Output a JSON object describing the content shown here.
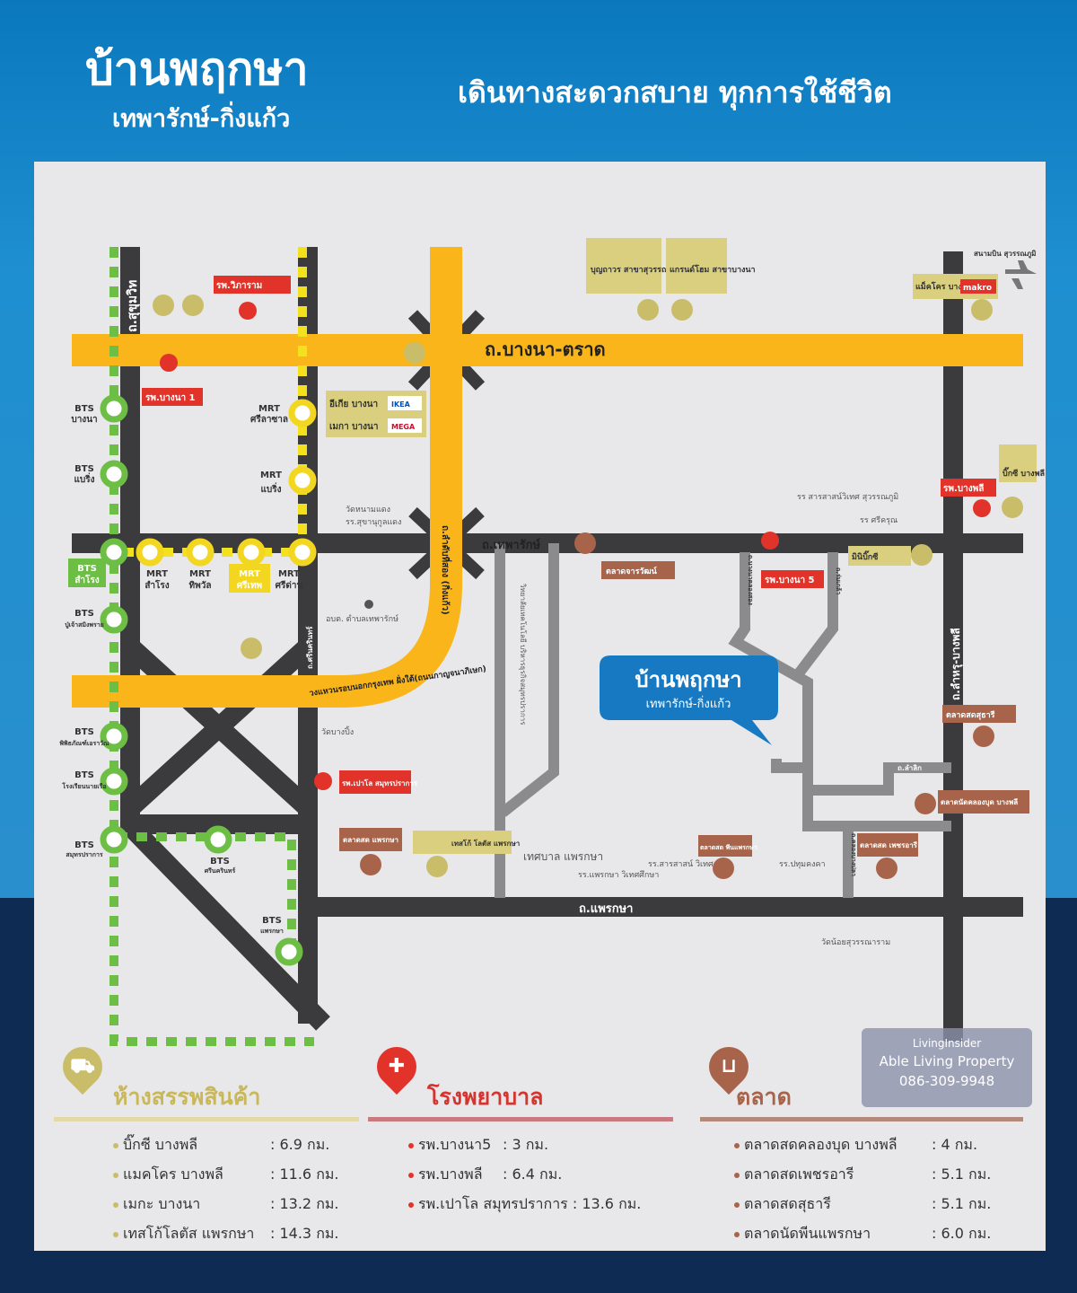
{
  "header": {
    "title": "บ้านพฤกษา",
    "subtitle": "เทพารักษ์-กิ่งแก้ว",
    "slogan": "เดินทางสะดวกสบาย ทุกการใช้ชีวิต"
  },
  "colors": {
    "main_road": "#f9b51a",
    "road": "#3b3b3d",
    "minor_road": "#8b8b8d",
    "bts": "#6cbf44",
    "mrt": "#f3e11f",
    "hospital": "#e2332b",
    "mall": "#c9bd6a",
    "market": "#a8644a",
    "brand_blue": "#1779c2"
  },
  "roads": {
    "sukhumvit": "ถ.สุขุมวิท",
    "bangna_trad": "ถ.บางนา-ตราด",
    "theparak": "ถ.เทพารักษ์",
    "praeksa": "ถ.แพรกษา",
    "king_kaew": "ถ.ลำดับที่สอง (กิ่งแก้ว)",
    "ring": "วงแหวนรอบนอกกรุงเทพ ฝั่งใต้(ถนนกาญจนาภิเษก)",
    "srinakarin": "ถ.ศรีนครินทร์",
    "bangphli": "ถ.ลำหรุ-บางพลี",
    "soi_bangna": "ถ.บางนาคลองสอง",
    "soi_a": "ถ.ร่มเกล้า",
    "soi_b": "ถ.เทพารักษ์",
    "soi_c": "ถ.ลำลิก",
    "soi_d": "ถ.แพรกษา",
    "soi_e": "ถ.คลองบางปลา"
  },
  "stations": {
    "bts": [
      {
        "line": "BTS",
        "name": "บางนา"
      },
      {
        "line": "BTS",
        "name": "แบริ่ง"
      },
      {
        "line": "BTS",
        "name": "สำโรง"
      },
      {
        "line": "BTS",
        "name": "ปู่เจ้าสมิงพราย"
      },
      {
        "line": "BTS",
        "name": "พิพิธภัณฑ์เอราวัณ"
      },
      {
        "line": "BTS",
        "name": "โรงเรียนนายเรือ"
      },
      {
        "line": "BTS",
        "name": "สมุทรปราการ"
      },
      {
        "line": "BTS",
        "name": "ศรีนครินทร์"
      },
      {
        "line": "BTS",
        "name": "แพรกษา"
      }
    ],
    "mrt": [
      {
        "line": "MRT",
        "name": "ศรีลาซาล"
      },
      {
        "line": "MRT",
        "name": "แบริ่ง"
      },
      {
        "line": "MRT",
        "name": "สำโรง"
      },
      {
        "line": "MRT",
        "name": "ทิพวัล"
      },
      {
        "line": "MRT",
        "name": "ศรีเทพ"
      },
      {
        "line": "MRT",
        "name": "ศรีด่าน"
      }
    ]
  },
  "places": {
    "hosp_vibharam": "รพ.วิภาราม",
    "hosp_bangna1": "รพ.บางนา 1",
    "hosp_bangna5": "รพ.บางนา 5",
    "hosp_bangphli": "รพ.บางพลี",
    "hosp_paolo": "รพ.เปาโล สมุทรปราการ",
    "ikea": "อีเกีย บางนา",
    "mega": "เมกา บางนา",
    "ikea_logo": "IKEA",
    "mega_logo": "MEGA",
    "boonthavorn": "บุญถาวร สาขาสุวรรณภูมิ",
    "grandhome": "แกรนด์โฮม สาขาบางนา",
    "makro": "แม็คโคร บางพลี",
    "makro_logo": "makro",
    "airport": "สนามบิน สุวรรณภูมิ",
    "bigc_bangphli": "บิ๊กซี บางพลี",
    "minibigc": "มินิบิ๊กซี",
    "lotus": "เทสโก้ โลตัส แพรกษา",
    "wat_bangdaeng": "วัดหนามแดง",
    "school_sukhan": "รร.สุขานุกูลแดง",
    "obt": "อบต. ตำบลเทพารักษ์",
    "wat_bangping": "วัดบางปิ้ง",
    "school_sarasas": "รร สารสาสน์วิเทศ สุวรรณภูมิ",
    "school_sri": "รร ศรีครุณ",
    "market_charoen": "ตลาดจารวัฒน์",
    "college": "วิทยาลัยเทคโนโลยี บริหารธุรกิจสมุทรปราการ",
    "market_sutharee": "ตลาดสดสุธารี",
    "market_klong": "ตลาดนัดคลองบุด บางพลี",
    "market_petch": "ตลาดสด เพชรอารี",
    "market_praeksa": "ตลาดสด พีนแพรกษา",
    "school_pathum": "รร.ปทุมคงคา",
    "school_sarasas2": "รร.สารสาสน์ วิเทศ",
    "school_praeksa": "รร.แพรกษา วิเทศศึกษา",
    "municipal": "เทศบาล แพรกษา",
    "market_praeksa2": "ตลาดสด แพรกษา",
    "wat_noi": "วัดน้อยสุวรรณาราม"
  },
  "project_callout": {
    "title": "บ้านพฤกษา",
    "subtitle": "เทพารักษ์-กิ่งแก้ว"
  },
  "legend": [
    {
      "title": "ห้างสรรพสินค้า",
      "icon": "shopping-cart-icon",
      "color": "#c9bd6a",
      "items": [
        {
          "name": "บิ๊กซี บางพลี",
          "dist": ": 6.9 กม."
        },
        {
          "name": "แมคโคร บางพลี",
          "dist": ": 11.6 กม."
        },
        {
          "name": "เมกะ บางนา",
          "dist": ": 13.2 กม."
        },
        {
          "name": "เทสโก้โลตัส แพรกษา",
          "dist": ": 14.3 กม."
        }
      ]
    },
    {
      "title": "โรงพยาบาล",
      "icon": "hospital-cross-icon",
      "color": "#e2332b",
      "items": [
        {
          "name": "รพ.บางนา5",
          "dist": ": 3 กม."
        },
        {
          "name": "รพ.บางพลี",
          "dist": ": 6.4 กม."
        },
        {
          "name": "รพ.เปาโล สมุทรปราการ",
          "dist": ": 13.6 กม."
        }
      ]
    },
    {
      "title": "ตลาด",
      "icon": "basket-icon",
      "color": "#a8644a",
      "items": [
        {
          "name": "ตลาดสดคลองบุด บางพลี",
          "dist": ": 4 กม."
        },
        {
          "name": "ตลาดสดเพชรอารี",
          "dist": ": 5.1 กม."
        },
        {
          "name": "ตลาดสดสุธารี",
          "dist": ": 5.1 กม."
        },
        {
          "name": "ตลาดนัดพีนแพรกษา",
          "dist": ": 6.0 กม."
        }
      ]
    }
  ],
  "watermark": {
    "brand": "LivingInsider",
    "company": "Able Living Property",
    "phone": "086-309-9948"
  }
}
